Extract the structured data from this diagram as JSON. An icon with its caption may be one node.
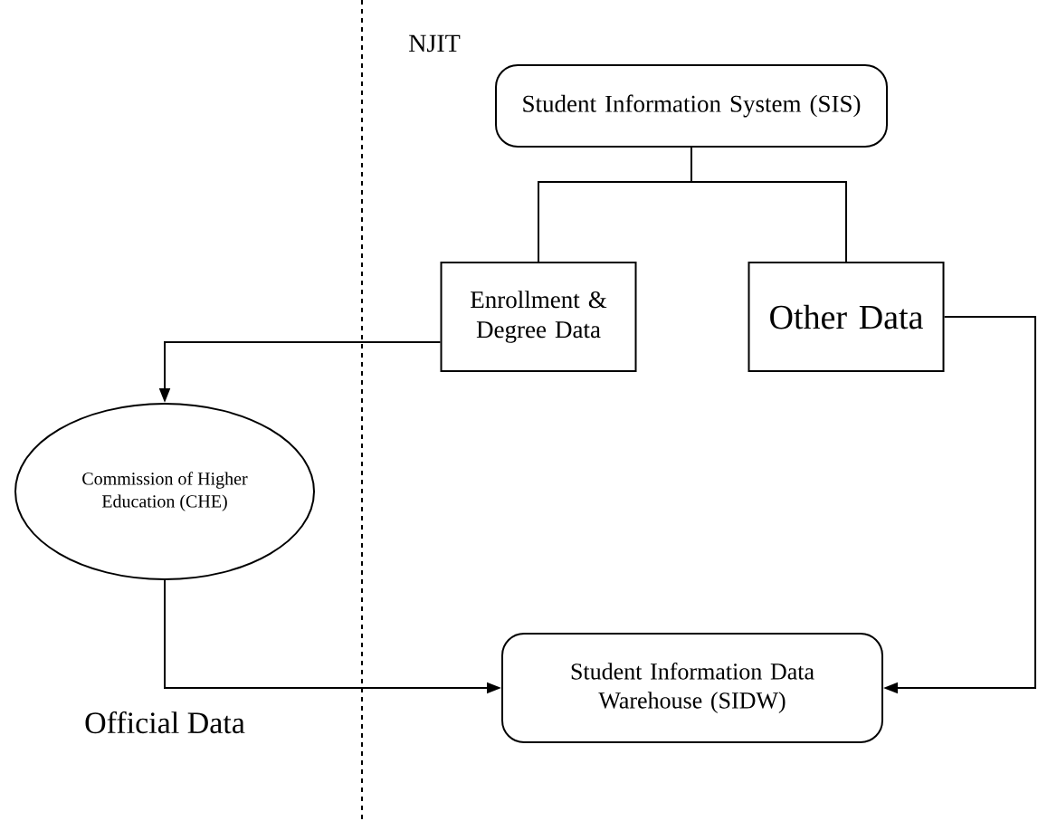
{
  "diagram": {
    "nodes": [
      {
        "text": [
          "Student Information System (SIS)"
        ]
      },
      {
        "text": [
          "Enrollment & Degree Data"
        ]
      },
      {
        "text": [
          "Other Data"
        ]
      },
      {
        "text": [
          "Commission of Higher Education (CHE)"
        ]
      },
      {
        "text": [
          "Student Information Data Warehouse (SIDW)"
        ]
      }
    ],
    "edges": [
      {
        "from": 0,
        "to": 1,
        "arrow": "none"
      },
      {
        "from": 0,
        "to": 2,
        "arrow": "none"
      },
      {
        "from": 1,
        "to": 3,
        "arrow": "to"
      },
      {
        "from": 3,
        "to": 4,
        "arrow": "to"
      },
      {
        "from": 2,
        "to": 4,
        "arrow": "to"
      }
    ],
    "labels": [
      "NJIT",
      "Official Data"
    ]
  }
}
